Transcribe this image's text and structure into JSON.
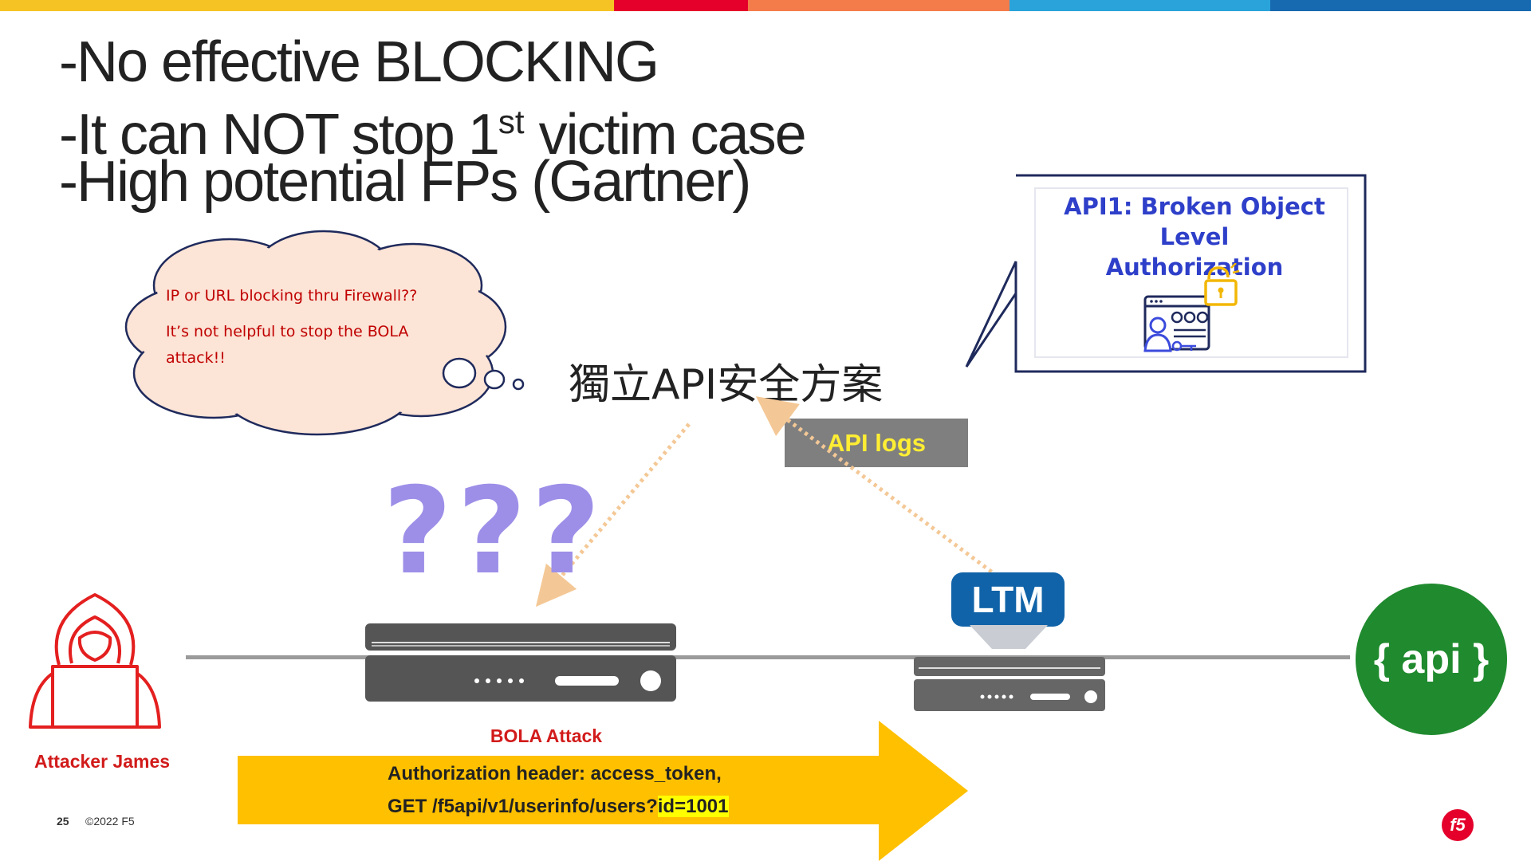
{
  "brand_colors": {
    "topbar": [
      "#f6c324",
      "#e4002b",
      "#f47c4a",
      "#2aa3db",
      "#1769b0"
    ],
    "accent_red": "#d21b1b",
    "arrow_yellow": "#ffc000",
    "question_purple": "#9d8fe8",
    "ltm_blue": "#1063a8",
    "api_green": "#1f8a2e"
  },
  "title": {
    "line1": "-No effective BLOCKING",
    "line2_pre": "-It can NOT stop 1",
    "line2_sup": "st",
    "line2_post": " victim case",
    "line3": "-High potential FPs (Gartner)"
  },
  "cloud": {
    "line1": "IP or URL blocking thru Firewall??",
    "line2": "It’s not helpful to stop the BOLA",
    "line3": "attack!!"
  },
  "solution_label": "獨立API安全方案",
  "callout": {
    "title_line1": "API1: Broken Object Level",
    "title_line2": "Authorization",
    "icon": "broken-authorization-icon"
  },
  "api_logs_label": "API logs",
  "question_marks": "???",
  "ltm_label": "LTM",
  "api_label": "{ api }",
  "attacker_label": "Attacker James",
  "bola": {
    "title": "BOLA Attack",
    "line1": "Authorization header: access_token,",
    "line2_pre": "GET /f5api/v1/userinfo/users?",
    "line2_highlight": "id=1001"
  },
  "footer": {
    "page_number": "25",
    "copyright": "©2022 F5",
    "logo_text": "f5"
  }
}
